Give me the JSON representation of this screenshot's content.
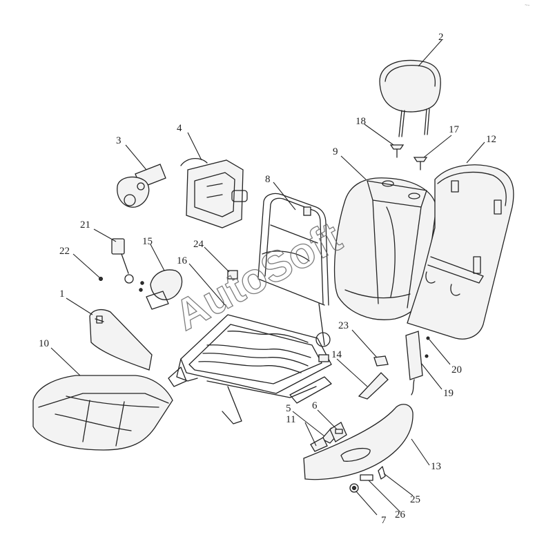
{
  "diagram": {
    "callouts": [
      "1",
      "2",
      "3",
      "4",
      "5",
      "6",
      "7",
      "8",
      "9",
      "10",
      "11",
      "12",
      "13",
      "14",
      "15",
      "16",
      "17",
      "18",
      "19",
      "20",
      "21",
      "22",
      "23",
      "24",
      "25",
      "26"
    ],
    "watermark": "AutoSoft",
    "corner_mark": "~-"
  }
}
